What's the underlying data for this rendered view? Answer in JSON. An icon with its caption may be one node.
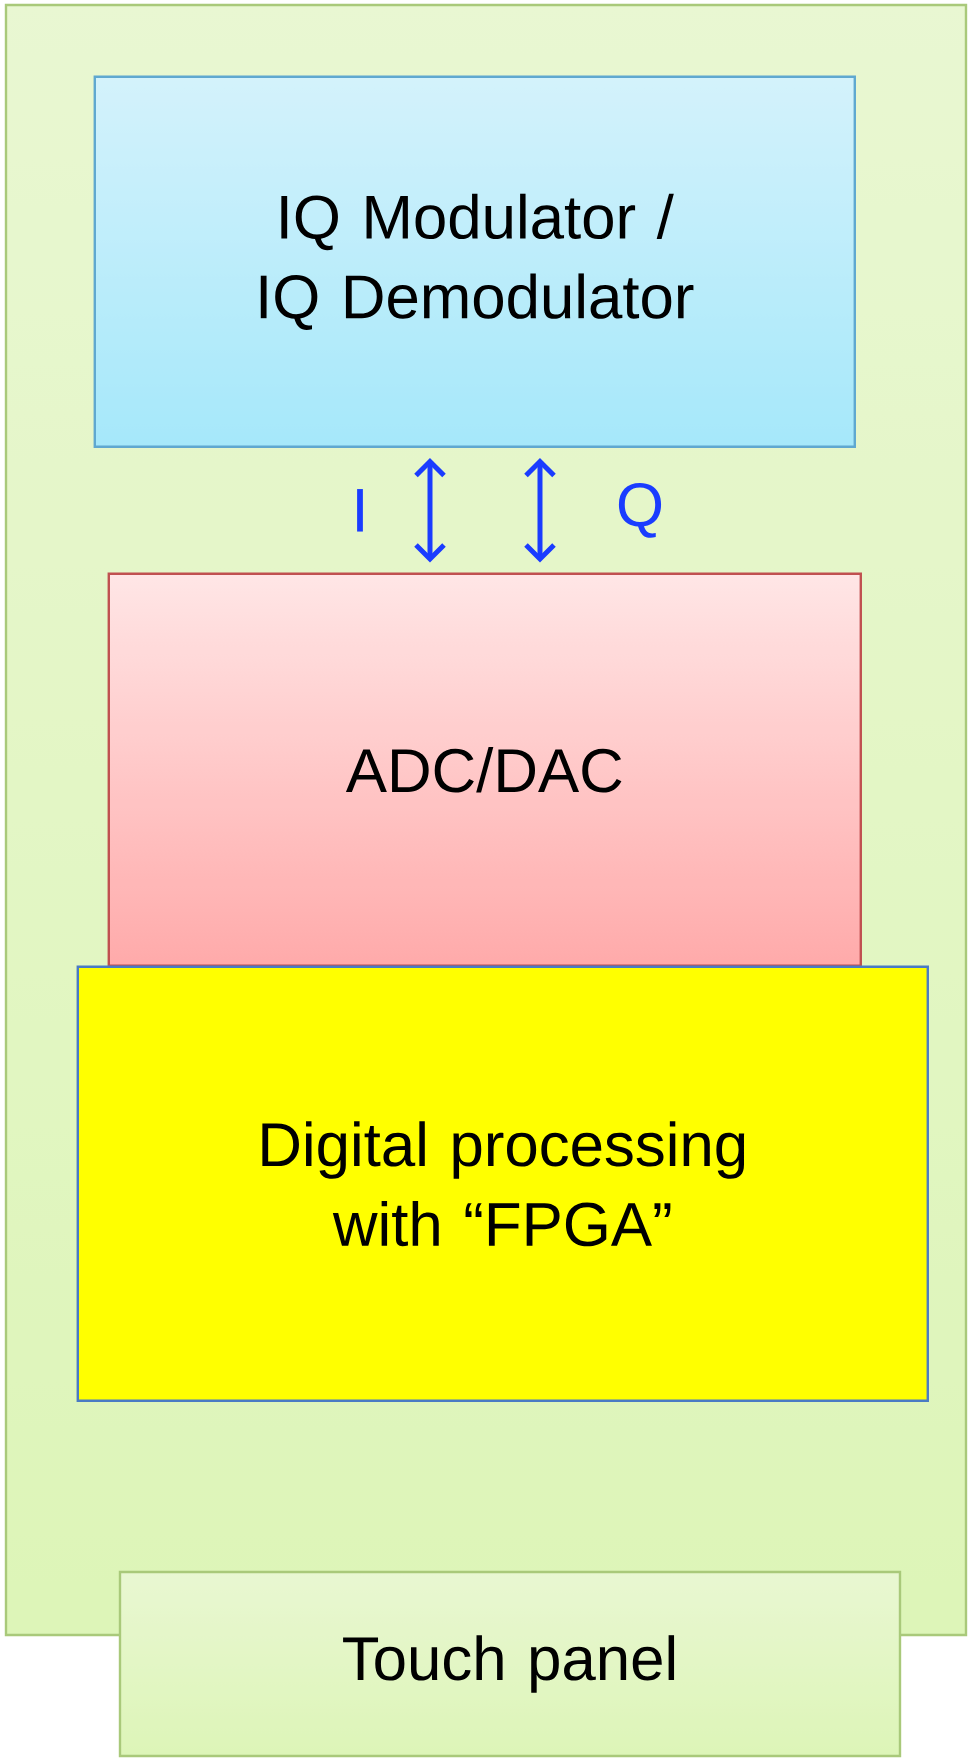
{
  "diagram": {
    "nodes": [
      {
        "text": [],
        "shape": "box"
      },
      {
        "text": [
          "IQ Modulator / IQ Demodulator"
        ],
        "in": 0
      },
      {
        "text": [
          "ADC/DAC"
        ],
        "in": 0
      },
      {
        "text": [
          "Digital processing with “FPGA”"
        ],
        "in": 0
      },
      {
        "text": [
          "Touch panel"
        ]
      }
    ],
    "edges": [
      {
        "from": 1,
        "to": 2,
        "arrow": "both",
        "label": "I",
        "color": "#1a3cff"
      },
      {
        "from": 1,
        "to": 2,
        "arrow": "both",
        "label": "Q",
        "color": "#1a3cff"
      }
    ]
  }
}
